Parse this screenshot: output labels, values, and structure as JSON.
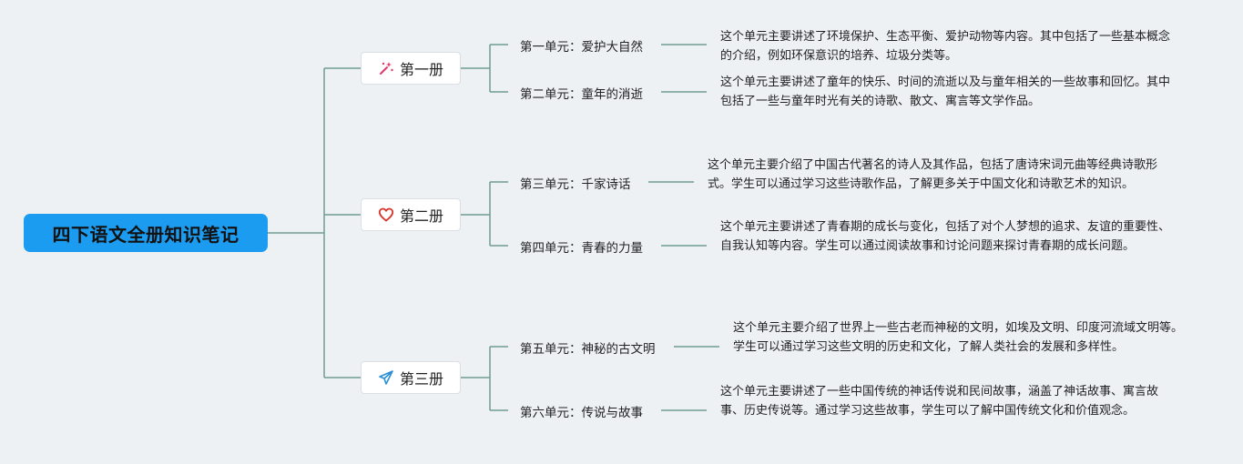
{
  "root": {
    "title": "四下语文全册知识笔记"
  },
  "volumes": [
    {
      "label": "第一册",
      "icon": "magic-wand-icon",
      "icon_color": "#e0396b"
    },
    {
      "label": "第二册",
      "icon": "heart-icon",
      "icon_color": "#d9342b"
    },
    {
      "label": "第三册",
      "icon": "paper-plane-icon",
      "icon_color": "#2a8fd6"
    }
  ],
  "units": [
    {
      "label": "第一单元：爱护大自然",
      "description": "这个单元主要讲述了环境保护、生态平衡、爱护动物等内容。其中包括了一些基本概念的介绍，例如环保意识的培养、垃圾分类等。"
    },
    {
      "label": "第二单元：童年的消逝",
      "description": "这个单元主要讲述了童年的快乐、时间的流逝以及与童年相关的一些故事和回忆。其中包括了一些与童年时光有关的诗歌、散文、寓言等文学作品。"
    },
    {
      "label": "第三单元：千家诗话",
      "description": "这个单元主要介绍了中国古代著名的诗人及其作品，包括了唐诗宋词元曲等经典诗歌形式。学生可以通过学习这些诗歌作品，了解更多关于中国文化和诗歌艺术的知识。"
    },
    {
      "label": "第四单元：青春的力量",
      "description": "这个单元主要讲述了青春期的成长与变化，包括了对个人梦想的追求、友谊的重要性、自我认知等内容。学生可以通过阅读故事和讨论问题来探讨青春期的成长问题。"
    },
    {
      "label": "第五单元：神秘的古文明",
      "description": "这个单元主要介绍了世界上一些古老而神秘的文明，如埃及文明、印度河流域文明等。学生可以通过学习这些文明的历史和文化，了解人类社会的发展和多样性。"
    },
    {
      "label": "第六单元：传说与故事",
      "description": "这个单元主要讲述了一些中国传统的神话传说和民间故事，涵盖了神话故事、寓言故事、历史传说等。通过学习这些故事，学生可以了解中国传统文化和价值观念。"
    }
  ],
  "colors": {
    "connector": "#6f9c90",
    "root_fill": "#1b9cf0",
    "background": "#edf1f4"
  }
}
